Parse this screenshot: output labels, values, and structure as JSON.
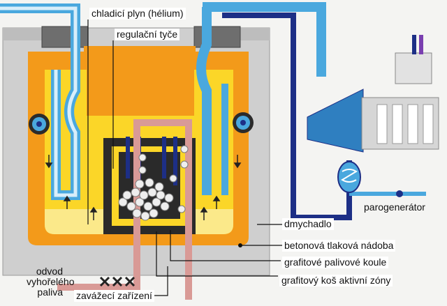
{
  "labels": {
    "coolant_gas": "chladicí plyn (hélium)",
    "control_rods": "regulační tyče",
    "steam_generator": "parogenerátor",
    "blower": "dmychadlo",
    "pressure_vessel": "betonová tlaková nádoba",
    "fuel_pebbles": "grafitové palivové koule",
    "core_basket": "grafitový koš aktivní zóny",
    "spent_fuel_removal_line1": "odvod",
    "spent_fuel_removal_line2": "vyhořelého",
    "spent_fuel_removal_line3": "paliva",
    "loading_device": "zavážecí zařízení"
  },
  "colors": {
    "concrete": "#cfcfcf",
    "orange": "#f39a1a",
    "yellow": "#fbd628",
    "pale_yellow": "#fbe98a",
    "helium_blue": "#4aa8de",
    "dark_blue": "#1d2f86",
    "fuel_pipe": "#d99a96",
    "core_dark": "#2a2a2a"
  }
}
